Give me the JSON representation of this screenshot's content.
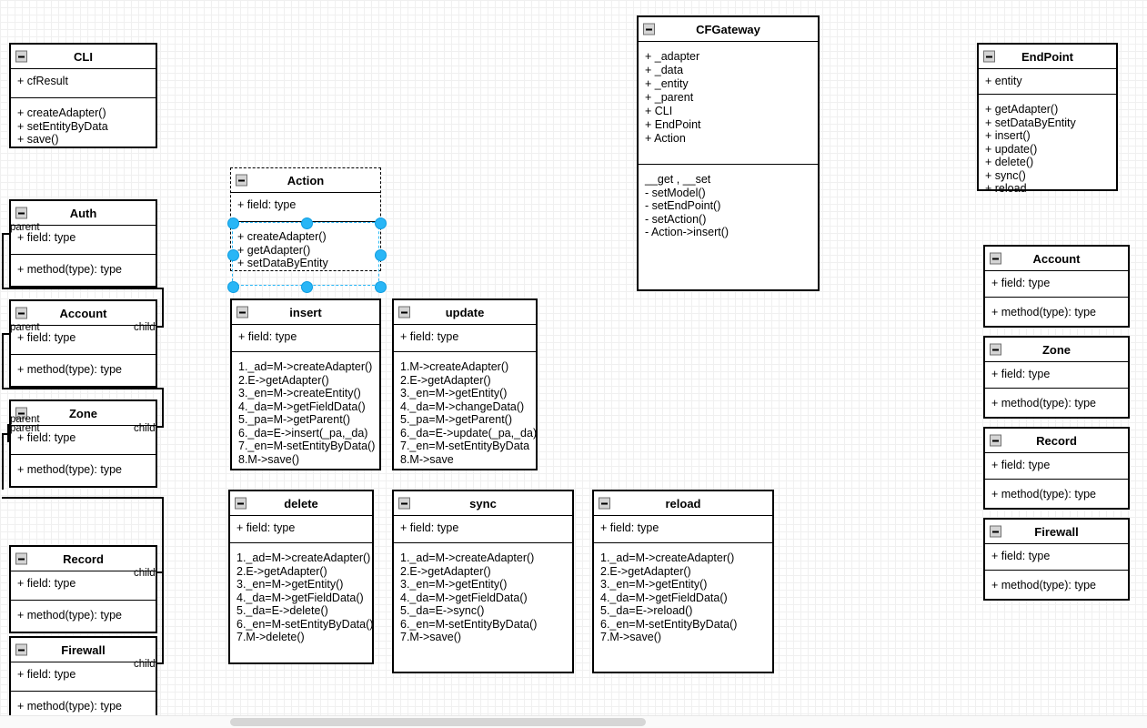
{
  "canvas": {
    "grid": true,
    "background": "#ffffff",
    "minor_grid_color": "#f0f0f0",
    "major_grid_color": "#dcdcdc",
    "border_color": "#000000",
    "selection_color": "#29b6f6"
  },
  "icons": {
    "collapse": "collapse-minus-icon"
  },
  "labels": {
    "parent": "parent",
    "child": "child"
  },
  "classes": [
    {
      "id": "cli",
      "name": "CLI",
      "attributes": [
        "+ cfResult"
      ],
      "methods": [
        "+ createAdapter()",
        "+ setEntityByData",
        "+ save()"
      ]
    },
    {
      "id": "action",
      "name": "Action",
      "attributes": [
        "+ field: type"
      ],
      "methods": [
        "+ createAdapter()",
        "+ getAdapter()",
        "+ setDataByEntity"
      ],
      "selected": true
    },
    {
      "id": "cfgateway",
      "name": "CFGateway",
      "attributes": [
        "+ _adapter",
        "+ _data",
        "+ _entity",
        "+ _parent",
        "+ CLI",
        "+ EndPoint",
        "+ Action"
      ],
      "methods": [
        "__get , __set",
        "- setModel()",
        "- setEndPoint()",
        "- setAction()",
        "- Action->insert()"
      ]
    },
    {
      "id": "endpoint",
      "name": "EndPoint",
      "attributes": [
        "+  entity"
      ],
      "methods": [
        "+ getAdapter()",
        "+ setDataByEntity",
        "+ insert()",
        "+ update()",
        "+ delete()",
        "+ sync()",
        "+ reload"
      ]
    },
    {
      "id": "auth",
      "name": "Auth",
      "attributes": [
        "+ field: type"
      ],
      "methods": [
        "+ method(type): type"
      ]
    },
    {
      "id": "account-left",
      "name": "Account",
      "attributes": [
        "+ field: type"
      ],
      "methods": [
        "+ method(type): type"
      ]
    },
    {
      "id": "zone-left",
      "name": "Zone",
      "attributes": [
        "+ field: type"
      ],
      "methods": [
        "+ method(type): type"
      ]
    },
    {
      "id": "record-left",
      "name": "Record",
      "attributes": [
        "+ field: type"
      ],
      "methods": [
        "+ method(type): type"
      ]
    },
    {
      "id": "firewall-left",
      "name": "Firewall",
      "attributes": [
        "+ field: type"
      ],
      "methods": [
        "+ method(type): type"
      ]
    },
    {
      "id": "insert",
      "name": "insert",
      "attributes": [
        "+ field: type"
      ],
      "methods": [
        "1._ad=M->createAdapter()",
        "2.E->getAdapter()",
        "3._en=M->createEntity()",
        "4._da=M->getFieldData()",
        "5._pa=M->getParent()",
        "6._da=E->insert(_pa,_da)",
        "7._en=M-setEntityByData()",
        "8.M->save()"
      ]
    },
    {
      "id": "update",
      "name": "update",
      "attributes": [
        "+ field: type"
      ],
      "methods": [
        "1.M->createAdapter()",
        "2.E->getAdapter()",
        "3._en=M->getEntity()",
        "4._da=M->changeData()",
        "5._pa=M->getParent()",
        "6._da=E->update(_pa,_da)",
        "7._en=M-setEntityByData",
        "8.M->save"
      ]
    },
    {
      "id": "delete",
      "name": "delete",
      "attributes": [
        "+ field: type"
      ],
      "methods": [
        "1._ad=M->createAdapter()",
        "2.E->getAdapter()",
        "3._en=M->getEntity()",
        "4._da=M->getFieldData()",
        "5._da=E->delete()",
        "6._en=M-setEntityByData()",
        "7.M->delete()"
      ]
    },
    {
      "id": "sync",
      "name": "sync",
      "attributes": [
        "+ field: type"
      ],
      "methods": [
        "1._ad=M->createAdapter()",
        "2.E->getAdapter()",
        "3._en=M->getEntity()",
        "4._da=M->getFieldData()",
        "5._da=E->sync()",
        "6._en=M-setEntityByData()",
        "7.M->save()"
      ]
    },
    {
      "id": "reload",
      "name": "reload",
      "attributes": [
        "+ field: type"
      ],
      "methods": [
        "1._ad=M->createAdapter()",
        "2.E->getAdapter()",
        "3._en=M->getEntity()",
        "4._da=M->getFieldData()",
        "5._da=E->reload()",
        "6._en=M-setEntityByData()",
        "7.M->save()"
      ]
    },
    {
      "id": "account-right",
      "name": "Account",
      "attributes": [
        "+ field: type"
      ],
      "methods": [
        "+ method(type): type"
      ]
    },
    {
      "id": "zone-right",
      "name": "Zone",
      "attributes": [
        "+ field: type"
      ],
      "methods": [
        "+ method(type): type"
      ]
    },
    {
      "id": "record-right",
      "name": "Record",
      "attributes": [
        "+ field: type"
      ],
      "methods": [
        "+ method(type): type"
      ]
    },
    {
      "id": "firewall-right",
      "name": "Firewall",
      "attributes": [
        "+ field: type"
      ],
      "methods": [
        "+ method(type): type"
      ]
    }
  ],
  "connector_labels": [
    {
      "id": "auth-parent",
      "text": "parent"
    },
    {
      "id": "account-parent",
      "text": "parent"
    },
    {
      "id": "account-child",
      "text": "child"
    },
    {
      "id": "zone-parent-a",
      "text": "parent"
    },
    {
      "id": "zone-parent-b",
      "text": "parent"
    },
    {
      "id": "zone-child",
      "text": "child"
    },
    {
      "id": "record-child",
      "text": "child"
    },
    {
      "id": "firewall-child",
      "text": "child"
    }
  ]
}
